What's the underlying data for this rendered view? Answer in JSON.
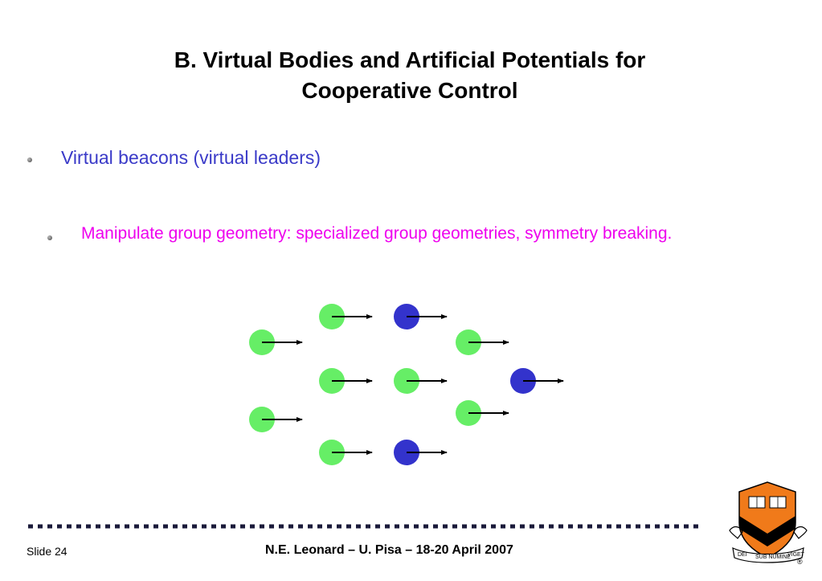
{
  "slide": {
    "title_line1": "B.  Virtual Bodies and Artificial Potentials for",
    "title_line2": "Cooperative Control"
  },
  "bullets": {
    "level1": "Virtual beacons (virtual leaders)",
    "level2": "Manipulate group geometry: specialized group geometries, symmetry breaking."
  },
  "diagram": {
    "colors": {
      "vehicle": "#66ee66",
      "virtual_leader": "#3333cc",
      "arrow": "#000000"
    },
    "nodes": [
      {
        "kind": "vehicle"
      },
      {
        "kind": "virtual_leader"
      },
      {
        "kind": "vehicle"
      },
      {
        "kind": "vehicle"
      },
      {
        "kind": "vehicle"
      },
      {
        "kind": "vehicle"
      },
      {
        "kind": "virtual_leader"
      },
      {
        "kind": "vehicle"
      },
      {
        "kind": "vehicle"
      },
      {
        "kind": "vehicle"
      },
      {
        "kind": "virtual_leader"
      }
    ]
  },
  "footer": {
    "slide_label": "Slide 24",
    "center_text": "N.E. Leonard – U. Pisa – 18-20 April 2007"
  },
  "logo": {
    "ribbon_left": "DEI",
    "ribbon_center": "SUB NUMINE",
    "ribbon_right": "VIGET",
    "registered": "®",
    "colors": {
      "shield": "#f07a1a",
      "chevron": "#000000"
    }
  }
}
